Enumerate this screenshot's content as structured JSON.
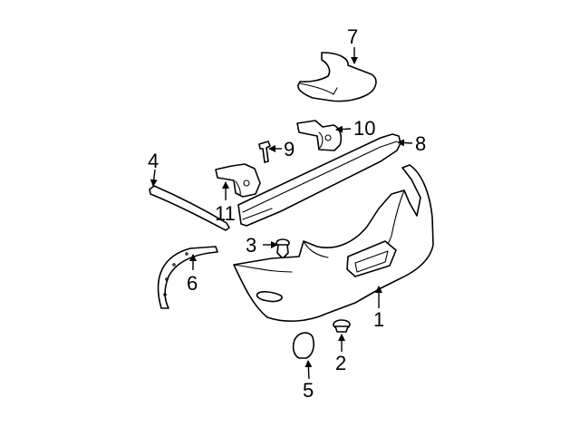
{
  "callouts": [
    {
      "id": "1",
      "label": "1"
    },
    {
      "id": "2",
      "label": "2"
    },
    {
      "id": "3",
      "label": "3"
    },
    {
      "id": "4",
      "label": "4"
    },
    {
      "id": "5",
      "label": "5"
    },
    {
      "id": "6",
      "label": "6"
    },
    {
      "id": "7",
      "label": "7"
    },
    {
      "id": "8",
      "label": "8"
    },
    {
      "id": "9",
      "label": "9"
    },
    {
      "id": "10",
      "label": "10"
    },
    {
      "id": "11",
      "label": "11"
    }
  ],
  "colors": {
    "line": "#000000",
    "fill": "#ffffff",
    "background": "#ffffff"
  }
}
